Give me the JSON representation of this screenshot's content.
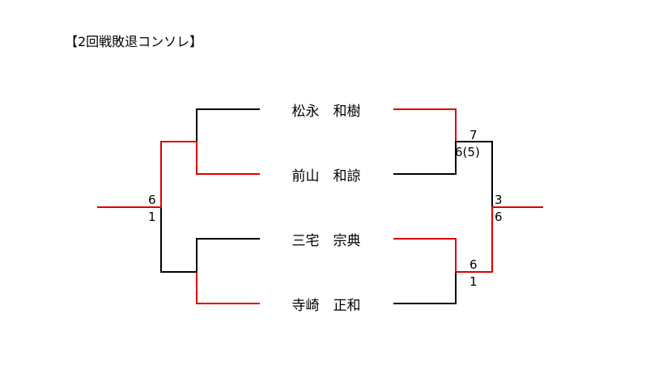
{
  "title": "【2回戦敗退コンソレ】",
  "players": [
    {
      "name": "松永　和樹"
    },
    {
      "name": "前山　和諒"
    },
    {
      "name": "三宅　宗典"
    },
    {
      "name": "寺崎　正和"
    }
  ],
  "scores": {
    "left_final": {
      "top": "6",
      "bottom": "1"
    },
    "right_semi_1": {
      "top": "7",
      "bottom": "6(5)"
    },
    "right_semi_2": {
      "top": "6",
      "bottom": "1"
    },
    "right_final": {
      "top": "3",
      "bottom": "6"
    }
  },
  "colors": {
    "winner": "#dd0000",
    "loser": "#000000"
  }
}
